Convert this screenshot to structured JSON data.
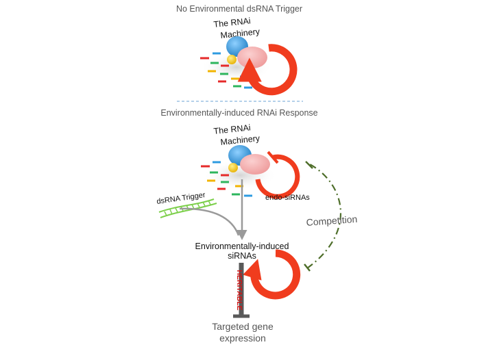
{
  "colors": {
    "arrow_red": "#f03c1e",
    "arrow_red_dark": "#c82a10",
    "sphere_blue": "#2d9be0",
    "sphere_pink": "#f2a9a9",
    "sphere_yellow": "#f5c400",
    "dash_blue": "#6aa0d6",
    "competition_green": "#4e6e2a",
    "trigger_green": "#7ccf4a",
    "inhibit_gray": "#595959",
    "flow_gray": "#9a9a9a"
  },
  "top_panel": {
    "title": "No Environmental dsRNA Trigger",
    "machinery_label_line1": "The RNAi",
    "machinery_label_line2": "Machinery"
  },
  "bottom_panel": {
    "title": "Environmentally-induced RNAi Response",
    "machinery_label_line1": "The RNAi",
    "machinery_label_line2": "Machinery",
    "endo_label": "endo-siRNAs",
    "trigger_label": "dsRNA Trigger",
    "competition_label": "Competition",
    "induced_label_line1": "Environmentally-induced",
    "induced_label_line2": "siRNAs",
    "heritable_label": "HERITABLE",
    "target_label_line1": "Targeted gene",
    "target_label_line2": "expression"
  }
}
